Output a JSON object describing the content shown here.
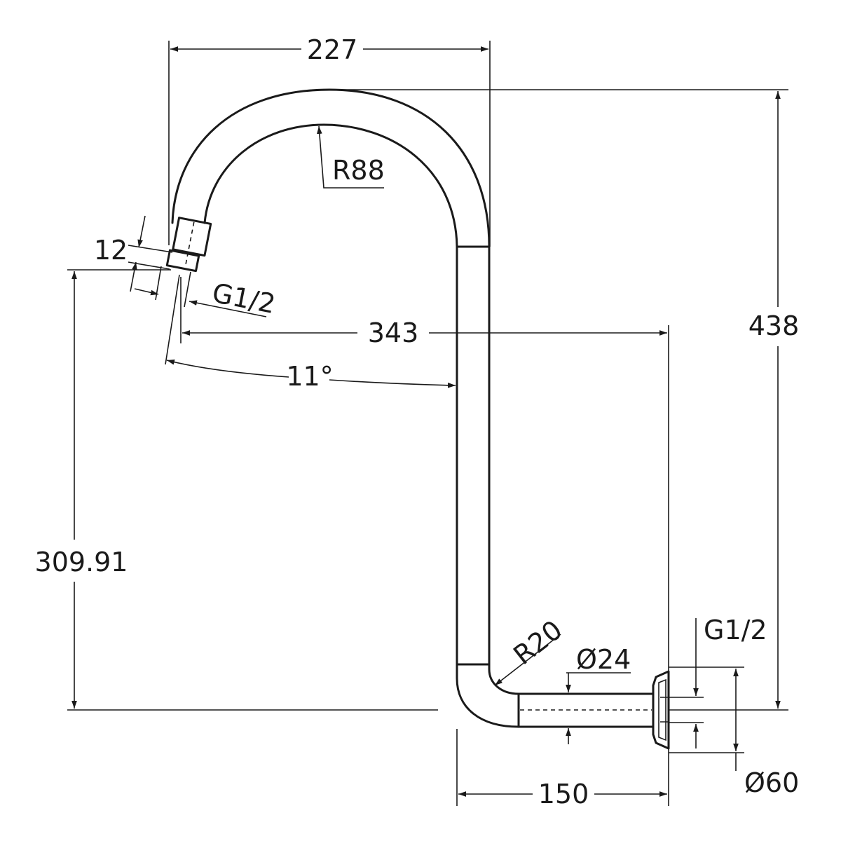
{
  "dimensions": {
    "width_top": "227",
    "radius_upper": "R88",
    "height_total": "438",
    "outlet_length": "12",
    "outlet_thread": "G1/2",
    "reach": "343",
    "angle": "11°",
    "outlet_height": "309.91",
    "radius_lower": "R20",
    "pipe_diameter": "Ø24",
    "inlet_thread": "G1/2",
    "inlet_offset": "150",
    "flange_diameter": "Ø60"
  }
}
